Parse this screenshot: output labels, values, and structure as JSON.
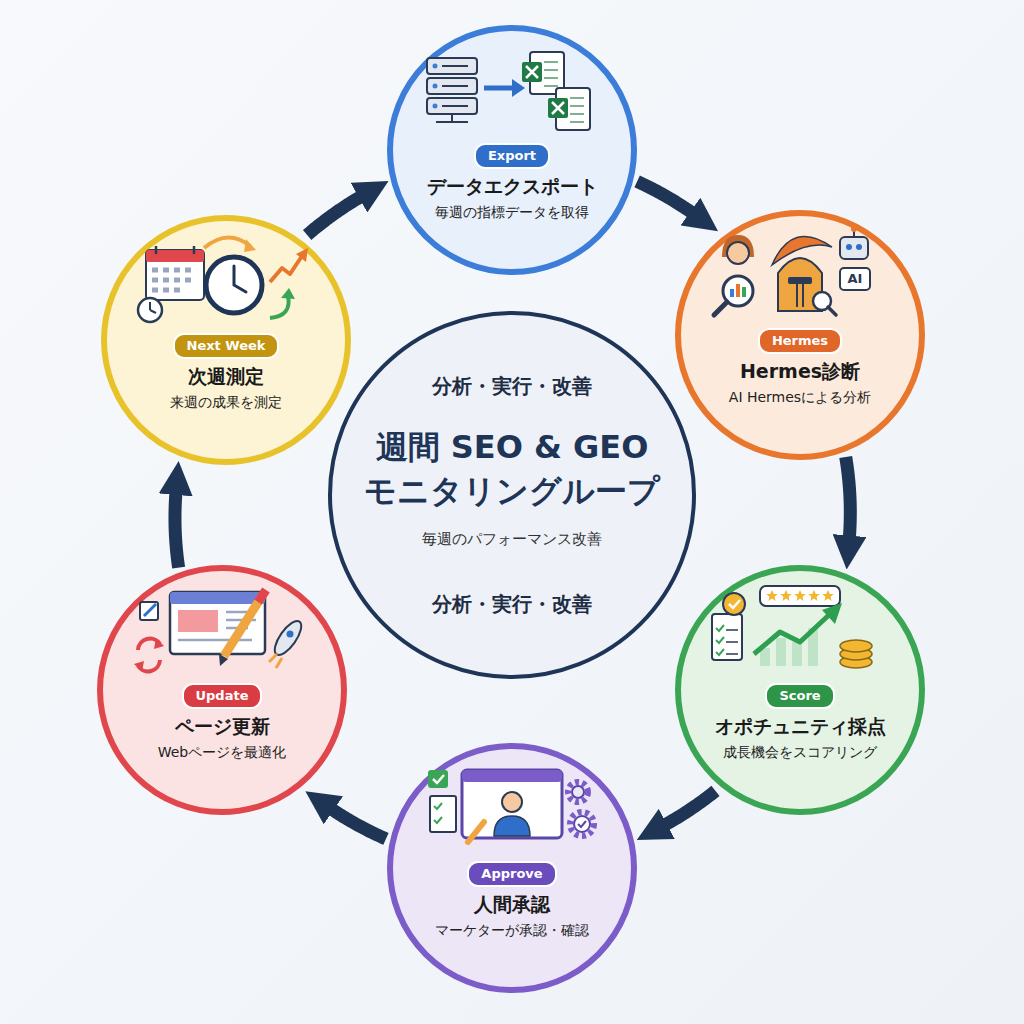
{
  "diagram": {
    "nodes": [
      {
        "text": [
          "Export",
          "データエクスポート",
          "毎週の指標データを取得"
        ]
      },
      {
        "text": [
          "Hermes",
          "Hermes診断",
          "AI Hermesによる分析"
        ]
      },
      {
        "text": [
          "Score",
          "オポチュニティ採点",
          "成長機会をスコアリング"
        ]
      },
      {
        "text": [
          "Approve",
          "人間承認",
          "マーケターが承認・確認"
        ]
      },
      {
        "text": [
          "Update",
          "ページ更新",
          "Webページを最適化"
        ]
      },
      {
        "text": [
          "Next Week",
          "次週測定",
          "来週の成果を測定"
        ]
      },
      {
        "text": [
          "分析・実行・改善",
          "週間 SEO & GEO モニタリングループ",
          "毎週のパフォーマンス改善",
          "分析・実行・改善"
        ]
      }
    ],
    "edges": [
      {
        "from": 0,
        "to": 1,
        "arrow": "to"
      },
      {
        "from": 1,
        "to": 2,
        "arrow": "to"
      },
      {
        "from": 2,
        "to": 3,
        "arrow": "to"
      },
      {
        "from": 3,
        "to": 4,
        "arrow": "to"
      },
      {
        "from": 4,
        "to": 5,
        "arrow": "to"
      },
      {
        "from": 5,
        "to": 0,
        "arrow": "to"
      }
    ],
    "labels": [
      "AI"
    ]
  }
}
